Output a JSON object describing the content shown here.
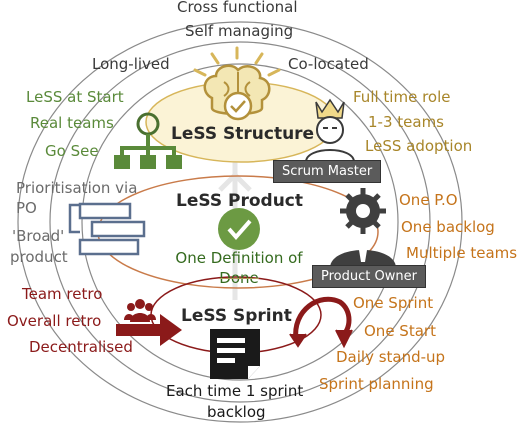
{
  "top": {
    "cross_functional": "Cross functional",
    "self_managing": "Self managing",
    "long_lived": "Long-lived",
    "co_located": "Co-located"
  },
  "structure": {
    "title": "LeSS Structure",
    "left": [
      "LeSS at Start",
      "Real teams",
      "Go See"
    ],
    "right": [
      "Full time role",
      "1-3 teams",
      "LeSS adoption"
    ],
    "tag": "Scrum Master"
  },
  "product": {
    "title": "LeSS Product",
    "left_1": "Prioritisation via",
    "left_2": "PO",
    "left_3": "'Broad'",
    "left_4": "product",
    "right": [
      "One P.O",
      "One backlog",
      "Multiple teams"
    ],
    "dod_1": "One Definition of",
    "dod_2": "Done",
    "tag": "Product Owner"
  },
  "sprint": {
    "title": "LeSS Sprint",
    "left": [
      "Team retro",
      "Overall retro",
      "Decentralised"
    ],
    "right": [
      "One Sprint",
      "One Start",
      "Daily stand-up",
      "Sprint planning"
    ],
    "bottom_1": "Each time 1 sprint",
    "bottom_2": "backlog"
  },
  "colors": {
    "ring": "#8a8a8a",
    "structure_fill": "#fbf3d6",
    "structure_edge": "#d7b65a",
    "product_edge": "#c97b4a",
    "sprint_edge": "#8b1a1a",
    "green": "#5a8a3a",
    "red": "#8b1a1a"
  },
  "icons": [
    "brain-gear-icon",
    "org-chart-icon",
    "scrum-master-icon",
    "backlog-icon",
    "check-icon",
    "product-owner-icon",
    "team-icon",
    "arrow-icon",
    "document-icon",
    "cycle-arrow-icon"
  ]
}
